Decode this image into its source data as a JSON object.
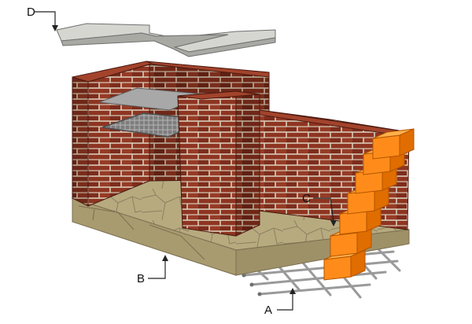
{
  "labels": {
    "A": "A",
    "B": "B",
    "C": "C",
    "D": "D"
  },
  "colors": {
    "brick": "#8e3522",
    "brick_dark": "#6f2718",
    "mortar": "#d9ccb8",
    "orange_brick_front": "#ff8c1a",
    "orange_brick_top": "#ffb04a",
    "orange_brick_side": "#e06d00",
    "stone_slab": "#b7aa7f",
    "stone_slab_side": "#9e9168",
    "grate": "#8f8f8f",
    "countertop": "#c9c9c4",
    "rebar": "#9a9a9a"
  }
}
